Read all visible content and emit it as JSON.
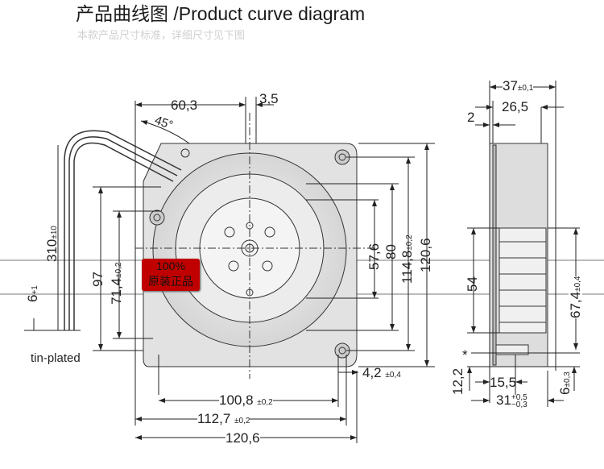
{
  "header": {
    "title": "产品曲线图 /Product curve diagram",
    "subtitle": "本款产品尺寸标准，详细尺寸见下图"
  },
  "badge": {
    "line1": "100%",
    "line2": "原装正品"
  },
  "front_view": {
    "dims": {
      "top_left": "60,3",
      "top_offset": "3,5",
      "angle": "45°",
      "cable_length": "310",
      "cable_length_tol": "±10",
      "strip_length": "6",
      "strip_tol": "+1",
      "left_97": "97",
      "left_71": "71,4",
      "left_71_tol": "±0,2",
      "right_57": "57,6",
      "right_80": "80",
      "right_114": "114,8",
      "right_114_tol": "±0,2",
      "right_120": "120,6",
      "hole": "4,2",
      "hole_tol": "±0,4",
      "bottom_100": "100,8",
      "bottom_100_tol": "±0,2",
      "bottom_112": "112,7",
      "bottom_112_tol": "±0,2",
      "bottom_120": "120,6"
    },
    "wire_label": "tin-plated"
  },
  "side_view": {
    "dims": {
      "depth": "37",
      "depth_tol": "±0,1",
      "inner": "26,5",
      "flange": "2",
      "outlet": "54",
      "outlet_pos": "67,4",
      "outlet_pos_tol": "±0,4",
      "bottom_12": "12,2",
      "bottom_15": "15,5",
      "bottom_31": "31",
      "bottom_31_tol_plus": "+0,5",
      "bottom_31_tol_minus": "−0,3",
      "bottom_6": "6",
      "bottom_6_tol": "±0,3",
      "marker": "*"
    }
  }
}
